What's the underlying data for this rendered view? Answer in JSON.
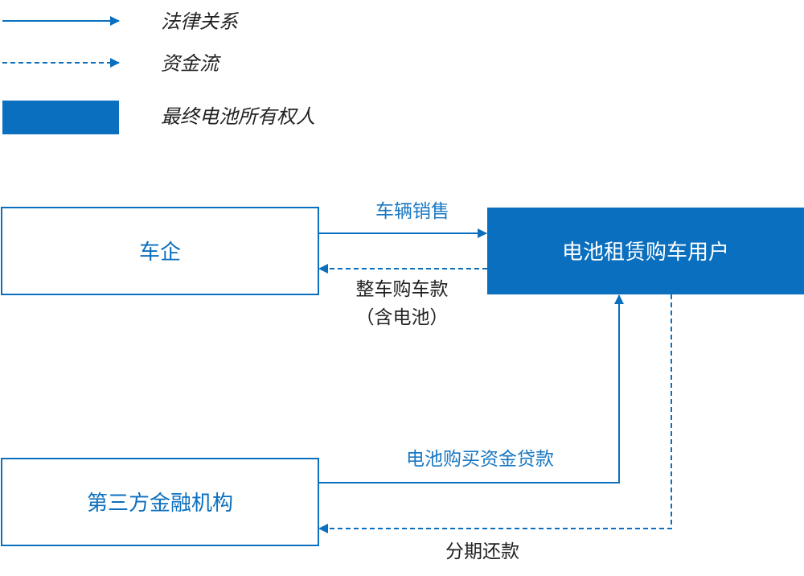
{
  "colors": {
    "primary": "#0B6FBF",
    "edge_label": "#1A78C2",
    "dark_text": "#222222",
    "white": "#FFFFFF"
  },
  "legend": {
    "legal": "法律关系",
    "fund": "资金流",
    "owner": "最终电池所有权人"
  },
  "nodes": {
    "car_company": "车企",
    "user": "电池租赁购车用户",
    "finance": "第三方金融机构"
  },
  "edges": {
    "vehicle_sale": "车辆销售",
    "payment_line1": "整车购车款",
    "payment_line2": "（含电池）",
    "loan": "电池购买资金贷款",
    "repayment": "分期还款"
  }
}
